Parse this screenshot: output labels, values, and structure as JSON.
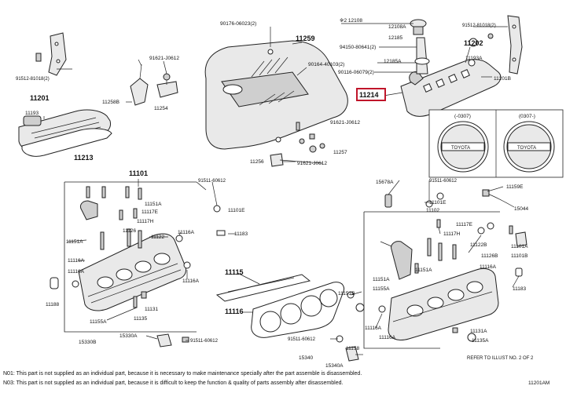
{
  "diagram": {
    "figure_code": "11201AM",
    "highlighted_part": "11214",
    "labels": {
      "p90176": "90176-06023(2)",
      "p11259": "11259",
      "p12108_note": "※2 12108",
      "p12108A": "12108A",
      "p12185": "12185",
      "p94150": "94150-80641(2)",
      "p12185A": "12185A",
      "p90116": "90116-06079(2)",
      "p91512_top": "91512-81018(2)",
      "p11202": "11202",
      "p11193A": "11193A",
      "p11201B": "11201B",
      "p90164": "90164-40103(2)",
      "p11214": "11214",
      "p91621_a": "91621-J0612",
      "p11254": "11254",
      "p11258B": "11258B",
      "p91512_left": "91512-81018(2)",
      "p11201": "11201",
      "p11193": "11193",
      "p11213": "11213",
      "p91621_b": "91621-J0612",
      "p11257": "11257",
      "p11256": "11256",
      "p91621_c": "91621-J0612",
      "p11101": "11101",
      "p91511_a": "91511-60612",
      "p11101E": "11101E",
      "p11151A_a": "11151A",
      "p11117E": "11117E",
      "p11117H": "11117H",
      "p11126": "11126",
      "p11122": "11122",
      "p11151A_b": "11151A",
      "p11116A_a": "11116A",
      "p11183_a": "11183",
      "p11116A_b": "11116A",
      "p11116A_c": "11116A",
      "p11116A_d": "11116A",
      "p11188": "11188",
      "p11131": "11131",
      "p11135": "11135",
      "p11155A": "11155A",
      "p15330A": "15330A",
      "p15330B": "15330B",
      "p91511_b": "91511-60612",
      "p11115": "11115",
      "p11116": "11116",
      "p11151B": "11151B",
      "p15678A": "15678A",
      "p91511_c": "91511-60612",
      "p11159E": "11159E",
      "p11101E_b": "11101E",
      "p11102": "11102",
      "p15044": "15044",
      "p11117E_b": "11117E",
      "p11117H_b": "11117H",
      "p11126B": "11126B",
      "p11101A": "11101A",
      "p11101B": "11101B",
      "p11122B": "11122B",
      "p11116A_e": "11116A",
      "p11151A_c": "11151A",
      "p11151A_d": "11151A",
      "p11155A_b": "11155A",
      "p11183_b": "11183",
      "p11116A_f": "11116A",
      "p11116A_g": "11116A",
      "p11131A": "11131A",
      "p11135A": "11135A",
      "p91511_d": "91511-60612",
      "p15340": "15340",
      "p15340A": "15340A",
      "p11158": "11158",
      "refer_note": "REFER TO ILLUST NO. 2 OF 2"
    },
    "inset": {
      "left_caption": "(-0307)",
      "right_caption": "(0307-)",
      "cap_text": "TOYOTA"
    },
    "notes": [
      "N01: This part is not supplied as an individual part, because it is necessary to make maintenance specially after the part assemble is disassembled.",
      "N03: This part is not supplied as an individual part, because it is difficult to keep the function & quality of parts assembly after disassembled."
    ]
  }
}
